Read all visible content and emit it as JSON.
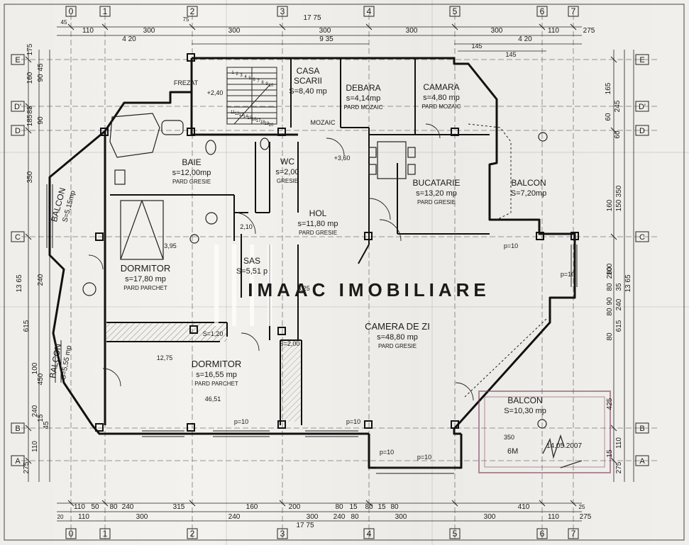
{
  "plan": {
    "grid_columns": [
      "0",
      "1",
      "2",
      "3",
      "4",
      "5",
      "6",
      "7"
    ],
    "grid_rows": [
      "E",
      "D'",
      "D",
      "C",
      "B",
      "A"
    ],
    "top_dims": {
      "total_1": "17 75",
      "total_2": "9 35",
      "left_part": "4 20",
      "right_part": "4 20",
      "segments_1": [
        "110",
        "300",
        "300",
        "300",
        "300",
        "300",
        "110",
        "275"
      ],
      "segments_2": [
        "145",
        "145"
      ],
      "left_small": [
        "45",
        "75"
      ]
    },
    "bottom_dims": {
      "total": "17 75",
      "segments_1": [
        "110",
        "50",
        "80",
        "240",
        "315",
        "160",
        "200",
        "80",
        "15",
        "80",
        "15",
        "80",
        "410"
      ],
      "segments_2": [
        "110",
        "300",
        "240",
        "300",
        "80",
        "240",
        "300",
        "300",
        "110",
        "275"
      ],
      "dots": [
        "20",
        "25"
      ]
    },
    "left_dims": [
      "175",
      "160",
      "45",
      "90",
      "85",
      "185",
      "90",
      "350",
      "13 65",
      "240",
      "615",
      "100",
      "450",
      "240",
      "15",
      "45",
      "110",
      "275"
    ],
    "right_dims": [
      "165",
      "60",
      "60",
      "245",
      "350",
      "160",
      "150",
      "13 65",
      "100",
      "280",
      "80",
      "35",
      "90",
      "240",
      "80",
      "615",
      "80",
      "425",
      "15",
      "110",
      "275"
    ],
    "rooms": [
      {
        "name": "CASA",
        "name2": "SCARII",
        "area": "S=8,40 mp"
      },
      {
        "name": "DEBARA",
        "area": "s=4,14mp",
        "floor": "PARD MOZAIC"
      },
      {
        "name": "CAMARA",
        "area": "s=4,80 mp",
        "floor": "PARD MOZAIC"
      },
      {
        "name": "BAIE",
        "area": "s=12,00mp",
        "floor": "PARD GRESIE"
      },
      {
        "name": "WC",
        "area": "s=2,00",
        "floor": "GRESIE"
      },
      {
        "name": "BUCATARIE",
        "area": "s=13,20 mp",
        "floor": "PARD GRESIE"
      },
      {
        "name": "BALCON",
        "area": "S=7,20mp"
      },
      {
        "name": "HOL",
        "area": "s=11,80 mp",
        "floor": "PARD GRESIE"
      },
      {
        "name": "BALCON",
        "area": "S=5,15mp"
      },
      {
        "name": "DORMITOR",
        "area": "s=17,80 mp",
        "floor": "PARD PARCHET"
      },
      {
        "name": "SAS",
        "area": "S=5,51 p"
      },
      {
        "name": "CAMERA DE ZI",
        "area": "s=48,80 mp",
        "floor": "PARD GRESIE"
      },
      {
        "name": "BALCON",
        "area": "S=5,55 mp"
      },
      {
        "name": "DORMITOR",
        "area": "s=16,55 mp",
        "floor": "PARD PARCHET"
      },
      {
        "name": "BALCON",
        "area": "S=10,30 mp"
      }
    ],
    "inner_labels": [
      "+2,40",
      "+3,60",
      "MOZAIC",
      "FREZAT",
      "3,95",
      "46,51",
      "2,10",
      "8,25",
      "12,75",
      "S=2,00",
      "p=10",
      "p=10",
      "p=10",
      "p=10",
      "p=10",
      "p=10",
      "S=1,20",
      "1",
      "2",
      "3",
      "4",
      "5",
      "6",
      "7",
      "8",
      "9",
      "10",
      "11",
      "12",
      "13",
      "14",
      "15",
      "16",
      "17",
      "18",
      "19",
      "20"
    ],
    "stamp": {
      "text1": "6M",
      "text2": "14.05.2007",
      "text3": "350"
    },
    "watermark": "IMAAC IMOBILIARE"
  }
}
